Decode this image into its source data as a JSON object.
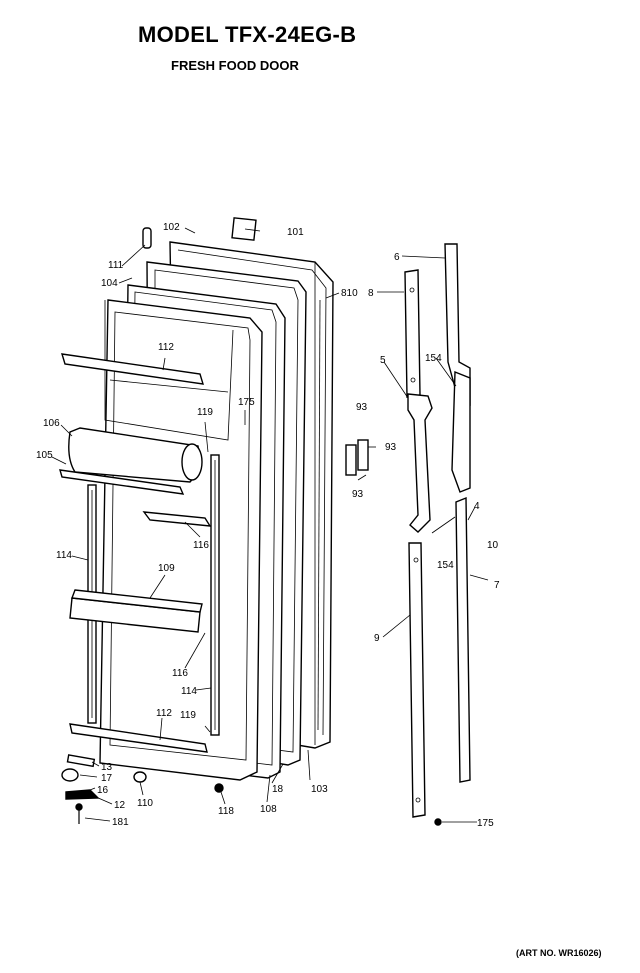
{
  "header": {
    "title": "MODEL TFX-24EG-B",
    "subtitle": "FRESH FOOD DOOR"
  },
  "footer": {
    "art_no": "(ART NO. WR16026)"
  },
  "labels": {
    "l101": "101",
    "l102": "102",
    "l111": "111",
    "l104": "104",
    "l810": "810",
    "l112a": "112",
    "l106": "106",
    "l105": "105",
    "l119a": "119",
    "l175a": "175",
    "l116a": "116",
    "l114a": "114",
    "l109": "109",
    "l116b": "116",
    "l114b": "114",
    "l112b": "112",
    "l119b": "119",
    "l13": "13",
    "l17": "17",
    "l16": "16",
    "l12": "12",
    "l181": "181",
    "l110": "110",
    "l118": "118",
    "l108": "108",
    "l18": "18",
    "l103": "103",
    "l6": "6",
    "l8": "8",
    "l5": "5",
    "l154a": "154",
    "l93a": "93",
    "l93b": "93",
    "l93c": "93",
    "l4": "4",
    "l10": "10",
    "l154b": "154",
    "l7": "7",
    "l9": "9",
    "l175b": "175"
  }
}
